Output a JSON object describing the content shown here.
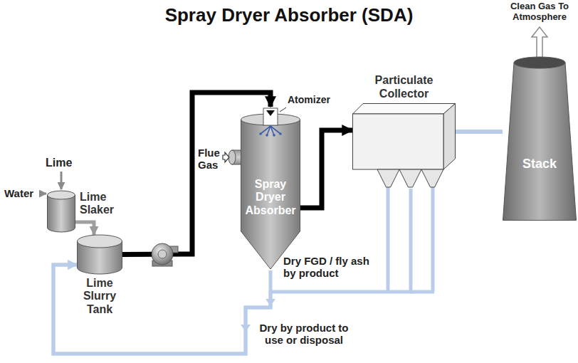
{
  "diagram": {
    "title": "Spray Dryer Absorber (SDA)",
    "nodes": [
      {
        "text": [
          "Lime Slaker"
        ]
      },
      {
        "text": [
          "Lime Slurry Tank"
        ]
      },
      {
        "text": [
          "Spray Dryer Absorber"
        ]
      },
      {
        "text": [
          "Particulate Collector"
        ]
      },
      {
        "text": [
          "Stack"
        ]
      }
    ],
    "edges": [
      {
        "from": 0,
        "to": 1,
        "arrow": "to"
      },
      {
        "from": 1,
        "to": 2,
        "arrow": "to"
      },
      {
        "from": 2,
        "to": 3,
        "arrow": "to"
      },
      {
        "from": 3,
        "to": 4,
        "arrow": "none"
      },
      {
        "from": 2,
        "to": 1,
        "arrow": "to"
      },
      {
        "from": 3,
        "to": 1,
        "arrow": "to"
      }
    ],
    "labels": [
      "Lime",
      "Water",
      "Atomizer",
      "Flue Gas",
      "Dry FGD / fly ash by product",
      "Dry by product to use or disposal",
      "Clean Gas To Atmosphere"
    ]
  }
}
